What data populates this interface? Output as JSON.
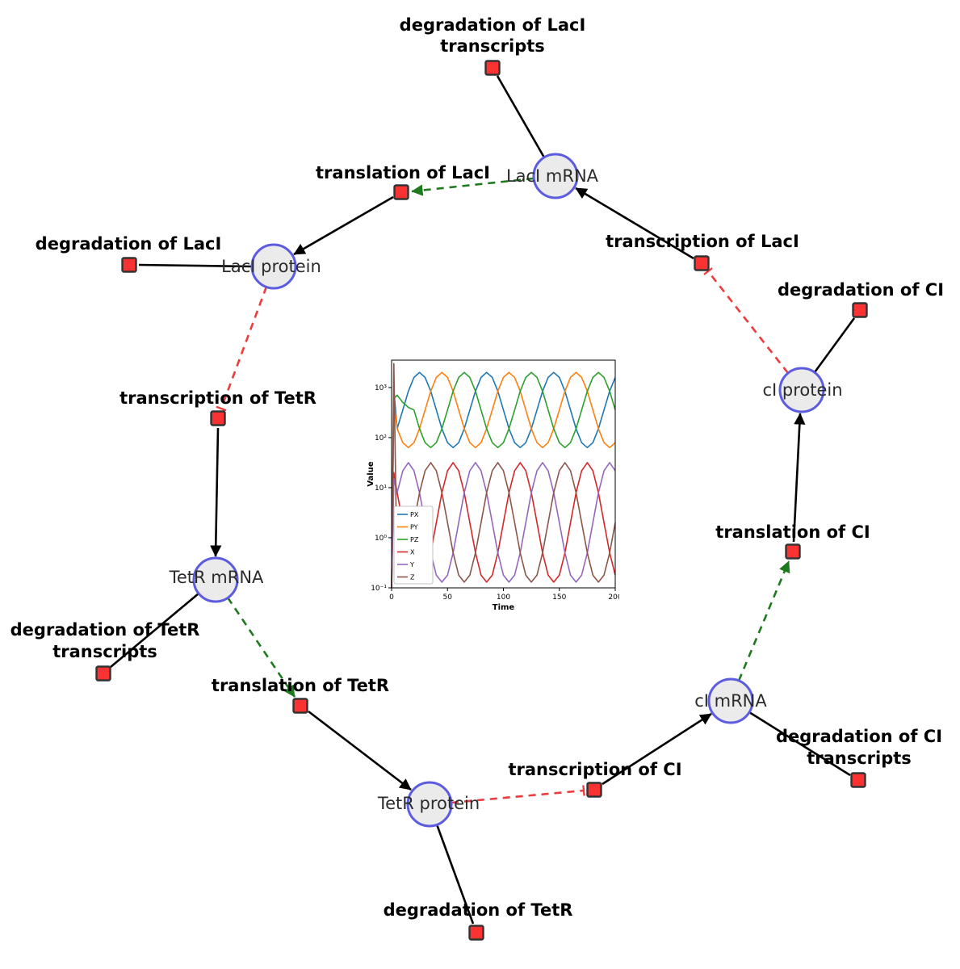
{
  "diagram": {
    "species": [
      {
        "label": "LacI mRNA"
      },
      {
        "label": "LacI protein"
      },
      {
        "label": "cI protein"
      },
      {
        "label": "TetR mRNA"
      },
      {
        "label": "cI mRNA"
      },
      {
        "label": "TetR protein"
      }
    ],
    "reactions": [
      {
        "lines": [
          "degradation of LacI",
          "transcripts"
        ]
      },
      {
        "lines": [
          "translation of LacI"
        ]
      },
      {
        "lines": [
          "transcription of LacI"
        ]
      },
      {
        "lines": [
          "degradation of LacI"
        ]
      },
      {
        "lines": [
          "degradation of CI"
        ]
      },
      {
        "lines": [
          "transcription of TetR"
        ]
      },
      {
        "lines": [
          "translation of CI"
        ]
      },
      {
        "lines": [
          "degradation of TetR",
          "transcripts"
        ]
      },
      {
        "lines": [
          "translation of TetR"
        ]
      },
      {
        "lines": [
          "transcription of CI"
        ]
      },
      {
        "lines": [
          "degradation of CI",
          "transcripts"
        ]
      },
      {
        "lines": [
          "degradation of TetR"
        ]
      }
    ],
    "edges": [
      {
        "from": "LacI mRNA",
        "to": "degradation of LacI transcripts",
        "type": "consumption"
      },
      {
        "from": "LacI mRNA",
        "to": "translation of LacI",
        "type": "modifier"
      },
      {
        "from": "translation of LacI",
        "to": "LacI protein",
        "type": "production"
      },
      {
        "from": "LacI protein",
        "to": "degradation of LacI",
        "type": "consumption"
      },
      {
        "from": "LacI protein",
        "to": "transcription of TetR",
        "type": "inhibition"
      },
      {
        "from": "transcription of TetR",
        "to": "TetR mRNA",
        "type": "production"
      },
      {
        "from": "TetR mRNA",
        "to": "degradation of TetR transcripts",
        "type": "consumption"
      },
      {
        "from": "TetR mRNA",
        "to": "translation of TetR",
        "type": "modifier"
      },
      {
        "from": "translation of TetR",
        "to": "TetR protein",
        "type": "production"
      },
      {
        "from": "TetR protein",
        "to": "degradation of TetR",
        "type": "consumption"
      },
      {
        "from": "TetR protein",
        "to": "transcription of CI",
        "type": "inhibition"
      },
      {
        "from": "transcription of CI",
        "to": "cI mRNA",
        "type": "production"
      },
      {
        "from": "cI mRNA",
        "to": "degradation of CI transcripts",
        "type": "consumption"
      },
      {
        "from": "cI mRNA",
        "to": "translation of CI",
        "type": "modifier"
      },
      {
        "from": "translation of CI",
        "to": "cI protein",
        "type": "production"
      },
      {
        "from": "cI protein",
        "to": "degradation of CI",
        "type": "consumption"
      },
      {
        "from": "cI protein",
        "to": "transcription of LacI",
        "type": "inhibition"
      },
      {
        "from": "transcription of LacI",
        "to": "LacI mRNA",
        "type": "production"
      }
    ],
    "colors": {
      "species_fill": "#ebebeb",
      "species_stroke": "#5c5ce0",
      "reaction_fill": "#fa3232",
      "reaction_stroke": "#333333",
      "edge_color": "#000000",
      "activation_color": "#1f7a1f",
      "inhibition_color": "#ee3b3b"
    }
  },
  "chart_data": {
    "type": "line",
    "title": "",
    "xlabel": "Time",
    "ylabel": "Value",
    "y_scale": "log",
    "x_range": [
      0,
      200
    ],
    "ylim": [
      0.1,
      3500
    ],
    "x_ticks": [
      0,
      50,
      100,
      150,
      200
    ],
    "y_ticks": [
      "10⁻¹",
      "10⁰",
      "10¹",
      "10²",
      "10³"
    ],
    "y_tick_values": [
      0.1,
      1,
      10,
      100,
      1000
    ],
    "grid": false,
    "legend_position": "center-left",
    "x": [
      0,
      2,
      5,
      10,
      15,
      20,
      25,
      30,
      35,
      40,
      45,
      50,
      55,
      60,
      65,
      70,
      75,
      80,
      85,
      90,
      95,
      100,
      105,
      110,
      115,
      120,
      125,
      130,
      135,
      140,
      145,
      150,
      155,
      160,
      165,
      170,
      175,
      180,
      185,
      190,
      195,
      200
    ],
    "series": [
      {
        "name": "PX",
        "color": "#1f77b4",
        "values": [
          0.1,
          900,
          150,
          355,
          841,
          1584,
          1995,
          1584,
          841,
          355,
          150,
          79,
          63,
          79,
          150,
          355,
          841,
          1584,
          1995,
          1584,
          841,
          355,
          150,
          79,
          63,
          79,
          150,
          355,
          841,
          1584,
          1995,
          1584,
          841,
          355,
          150,
          79,
          63,
          79,
          150,
          355,
          841,
          1584
        ]
      },
      {
        "name": "PY",
        "color": "#ff7f0e",
        "values": [
          0.1,
          500,
          150,
          79,
          63,
          79,
          150,
          355,
          841,
          1584,
          1995,
          1584,
          841,
          355,
          150,
          79,
          63,
          79,
          150,
          355,
          841,
          1584,
          1995,
          1584,
          841,
          355,
          150,
          79,
          63,
          79,
          150,
          355,
          841,
          1584,
          1995,
          1584,
          841,
          355,
          150,
          79,
          63,
          79
        ]
      },
      {
        "name": "PZ",
        "color": "#2ca02c",
        "values": [
          0.1,
          600,
          700,
          500,
          400,
          355,
          150,
          79,
          63,
          79,
          150,
          355,
          841,
          1584,
          1995,
          1584,
          841,
          355,
          150,
          79,
          63,
          79,
          150,
          355,
          841,
          1584,
          1995,
          1584,
          841,
          355,
          150,
          79,
          63,
          79,
          150,
          355,
          841,
          1584,
          1995,
          1584,
          841,
          355
        ]
      },
      {
        "name": "X",
        "color": "#d62728",
        "values": [
          0.1,
          20,
          7.9,
          2.0,
          0.5,
          0.18,
          0.13,
          0.18,
          0.5,
          2.0,
          7.9,
          21.8,
          31.6,
          21.8,
          7.9,
          2.0,
          0.5,
          0.18,
          0.13,
          0.18,
          0.5,
          2.0,
          7.9,
          21.8,
          31.6,
          21.8,
          7.9,
          2.0,
          0.5,
          0.18,
          0.13,
          0.18,
          0.5,
          2.0,
          7.9,
          21.8,
          31.6,
          21.8,
          7.9,
          2.0,
          0.5,
          0.18
        ]
      },
      {
        "name": "Y",
        "color": "#9467bd",
        "values": [
          0.1,
          15,
          7.9,
          21.8,
          31.6,
          21.8,
          7.9,
          2.0,
          0.5,
          0.18,
          0.13,
          0.18,
          0.5,
          2.0,
          7.9,
          21.8,
          31.6,
          21.8,
          7.9,
          2.0,
          0.5,
          0.18,
          0.13,
          0.18,
          0.5,
          2.0,
          7.9,
          21.8,
          31.6,
          21.8,
          7.9,
          2.0,
          0.5,
          0.18,
          0.13,
          0.18,
          0.5,
          2.0,
          7.9,
          21.8,
          31.6,
          21.8
        ]
      },
      {
        "name": "Z",
        "color": "#8c564b",
        "values": [
          0.1,
          3000,
          0.13,
          0.18,
          0.5,
          2.0,
          7.9,
          21.8,
          31.6,
          21.8,
          7.9,
          2.0,
          0.5,
          0.18,
          0.13,
          0.18,
          0.5,
          2.0,
          7.9,
          21.8,
          31.6,
          21.8,
          7.9,
          2.0,
          0.5,
          0.18,
          0.13,
          0.18,
          0.5,
          2.0,
          7.9,
          21.8,
          31.6,
          21.8,
          7.9,
          2.0,
          0.5,
          0.18,
          0.13,
          0.18,
          0.5,
          2.0
        ]
      }
    ]
  }
}
